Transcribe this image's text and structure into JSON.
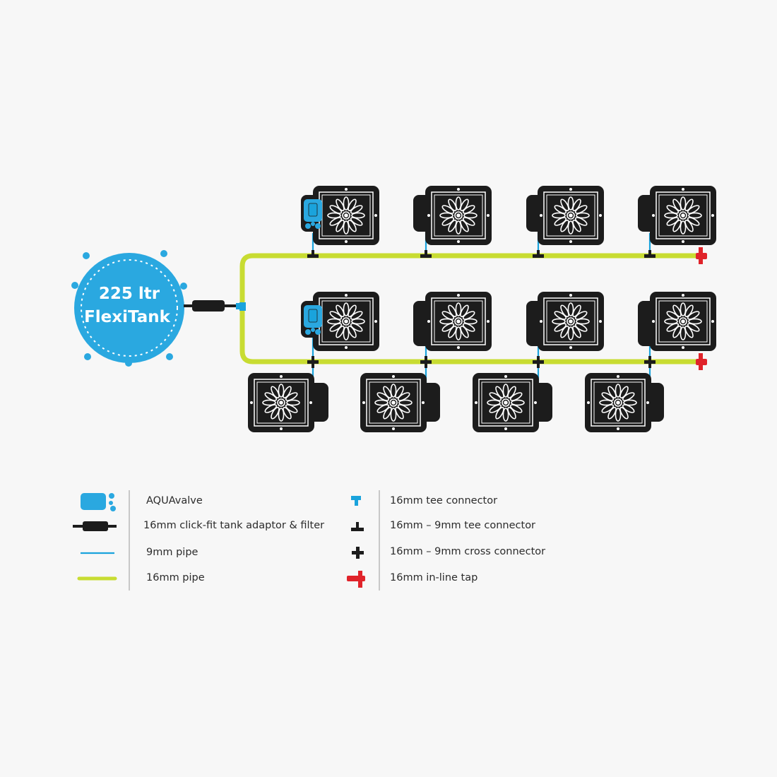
{
  "tank": {
    "line1": "225 ltr",
    "line2": "FlexiTank"
  },
  "colors": {
    "pipe_16mm": "#c8dc32",
    "pipe_9mm": "#1aa3dc",
    "tank_blue": "#2aa8e0",
    "pot_black": "#1c1c1c",
    "tap_red": "#e0232a",
    "valve_blue": "#2aa8e0"
  },
  "legend": {
    "left": [
      {
        "icon": "aquavalve-icon",
        "label": "AQUAvalve"
      },
      {
        "icon": "tank-adaptor-filter-icon",
        "label": "16mm click-fit tank adaptor & filter"
      },
      {
        "icon": "pipe-9mm-icon",
        "label": "9mm pipe"
      },
      {
        "icon": "pipe-16mm-icon",
        "label": "16mm pipe"
      }
    ],
    "right": [
      {
        "icon": "tee-connector-16mm-icon",
        "label": "16mm tee connector"
      },
      {
        "icon": "tee-connector-16-9mm-icon",
        "label": "16mm – 9mm tee connector"
      },
      {
        "icon": "cross-connector-16-9mm-icon",
        "label": "16mm – 9mm cross connector"
      },
      {
        "icon": "inline-tap-icon",
        "label": "16mm in-line tap"
      }
    ]
  }
}
